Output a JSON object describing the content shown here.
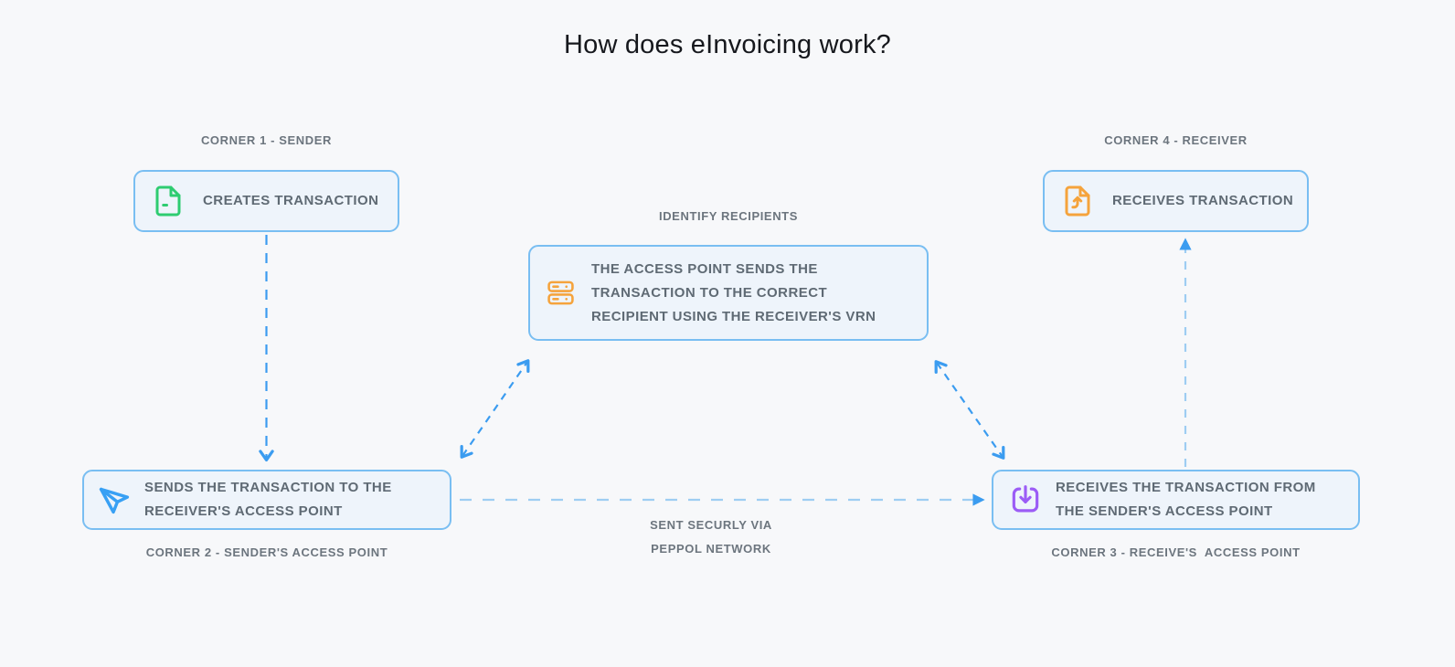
{
  "title": "How does eInvoicing work?",
  "colors": {
    "background": "#f7f8fa",
    "box_fill": "#eef4fb",
    "box_border": "#79bef2",
    "arrow_blue": "#3b9cf0",
    "arrow_light_blue": "#9ecdf2",
    "label_gray": "#6c757e",
    "box_text_gray": "#5f6a74",
    "icon_green": "#2ecc71",
    "icon_orange": "#f5a33c",
    "icon_blue": "#38a0f4",
    "icon_purple": "#9b5cf6"
  },
  "nodes": {
    "corner1": {
      "label": "CORNER 1 - SENDER",
      "icon": "file-icon",
      "lines": [
        "CREATES TRANSACTION"
      ]
    },
    "corner4": {
      "label": "CORNER 4 - RECEIVER",
      "icon": "file-arrow-up-icon",
      "lines": [
        "RECEIVES TRANSACTION"
      ]
    },
    "center": {
      "label": "IDENTIFY RECIPIENTS",
      "icon": "server-icon",
      "lines": [
        "THE ACCESS POINT SENDS THE",
        "TRANSACTION TO THE CORRECT",
        "RECIPIENT USING THE RECEIVER'S VRN"
      ]
    },
    "corner2": {
      "label": "CORNER 2 - SENDER'S ACCESS POINT",
      "icon": "paper-plane-icon",
      "lines": [
        "SENDS THE TRANSACTION TO THE",
        "RECEIVER'S ACCESS POINT"
      ]
    },
    "corner3": {
      "label": "CORNER 3 - RECEIVE'S  ACCESS POINT",
      "icon": "download-icon",
      "lines": [
        "RECEIVES THE TRANSACTION FROM",
        "THE SENDER'S ACCESS POINT"
      ]
    }
  },
  "network_note": {
    "line1": "SENT SECURLY VIA",
    "line2": "PEPPOL NETWORK"
  }
}
